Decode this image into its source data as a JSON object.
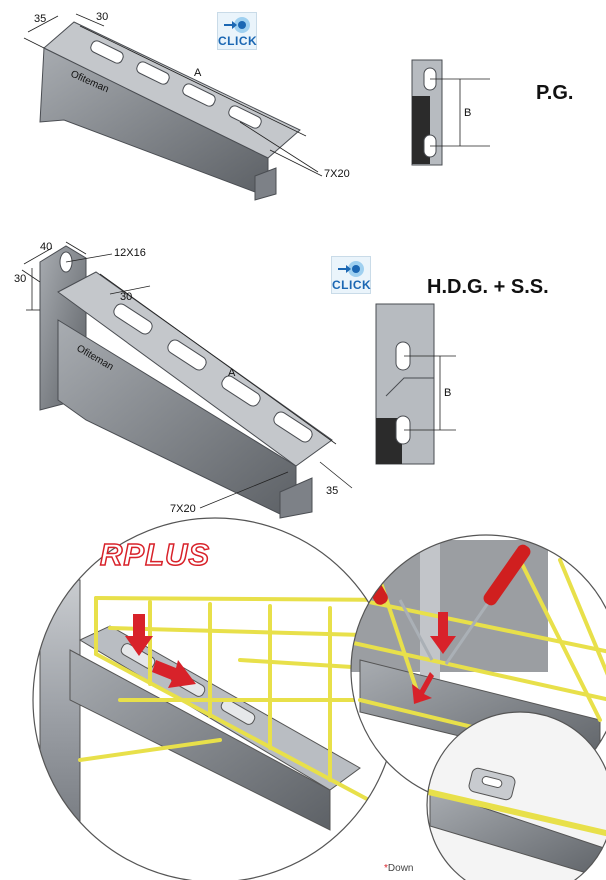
{
  "top_bracket": {
    "dims": {
      "width": "35",
      "slot_pitch": "30",
      "length": "A",
      "slot": "7X20"
    },
    "detail": {
      "hole_spacing": "B"
    },
    "finish": "P.G.",
    "brand_mark": "Ofiteman"
  },
  "bottom_bracket": {
    "dims": {
      "plate_width": "40",
      "hole": "12X16",
      "plate_height": "30",
      "slot_pitch": "30",
      "length": "A",
      "slot": "7X20",
      "width": "35"
    },
    "detail": {
      "hole_spacing": "B"
    },
    "finish": "H.D.G. + S.S.",
    "brand_mark": "Ofiteman"
  },
  "logo": {
    "text": "CLICK",
    "color": "#1b67b3"
  },
  "rplus": {
    "logo_text": "RPLUS",
    "color": "#d8222a"
  },
  "down_note": {
    "star": "*",
    "text": "Down"
  },
  "colors": {
    "wire": "#e8e04a",
    "steel": "#8f949a",
    "arrow": "#d8222a",
    "screwdriver": "#d01f1f"
  }
}
